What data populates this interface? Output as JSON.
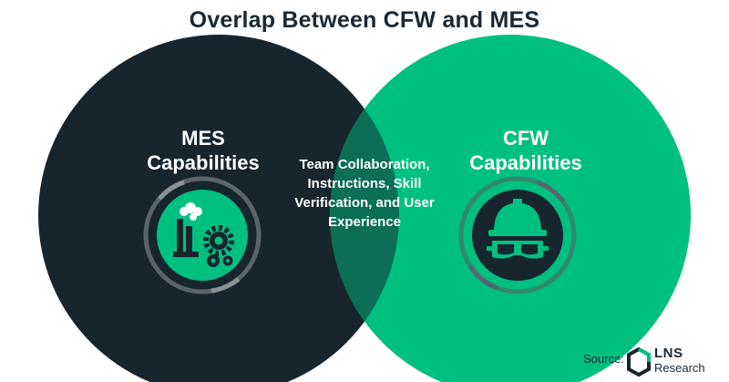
{
  "title": "Overlap Between CFW and MES",
  "left_circle": {
    "label": "MES Capabilities",
    "color": "#17252f",
    "icon": "factory-gears-icon"
  },
  "right_circle": {
    "label": "CFW Capabilities",
    "color": "#00c080",
    "icon": "hard-hat-goggles-icon"
  },
  "overlap": {
    "text": "Team Collaboration, Instructions, Skill Verification, and User Experience",
    "color": "#0b6e55"
  },
  "source": {
    "label": "Source:",
    "logo_name": "LNS",
    "logo_sub": "Research",
    "logo_icon": "hexagon-logo-icon"
  },
  "colors": {
    "accent_green": "#00c080",
    "dark_navy": "#17252f",
    "title_color": "#1a2833"
  }
}
